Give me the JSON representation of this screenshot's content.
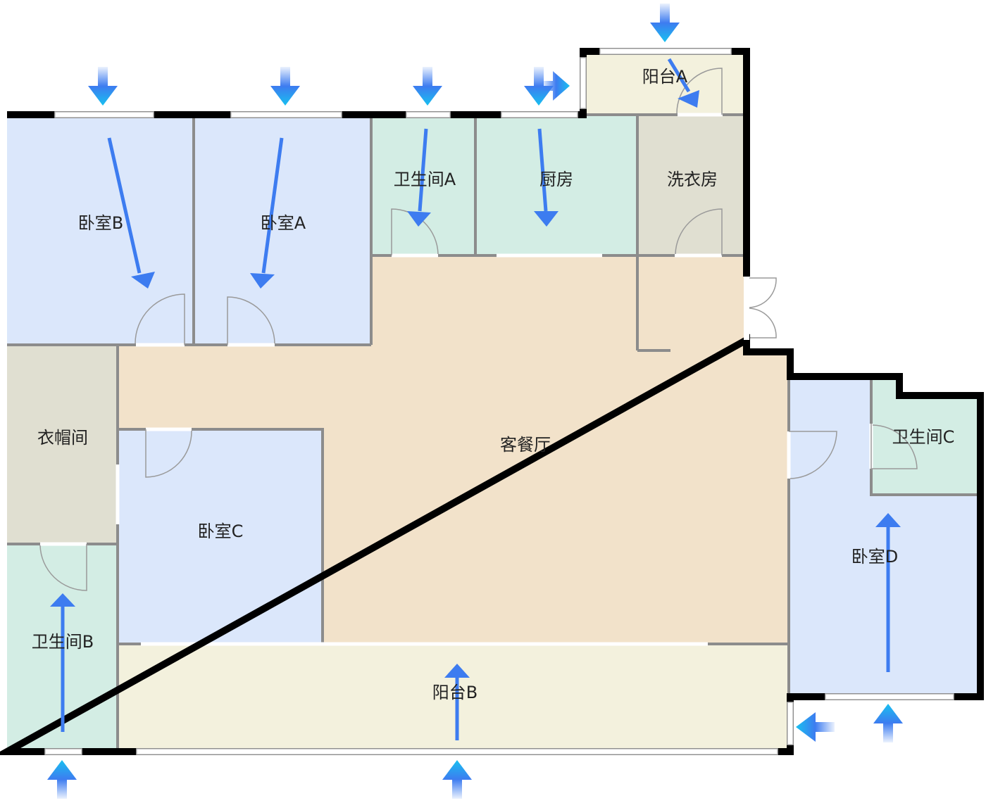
{
  "title": "户型图",
  "rooms": {
    "bedroom_b": "卧室B",
    "bedroom_a": "卧室A",
    "bathroom_a": "卫生间A",
    "kitchen": "厨房",
    "laundry": "洗衣房",
    "balcony_a": "阳台A",
    "cloakroom": "衣帽间",
    "bedroom_c": "卧室C",
    "living_dining": "客餐厅",
    "bathroom_c": "卫生间C",
    "bedroom_d": "卧室D",
    "bathroom_b": "卫生间B",
    "balcony_b": "阳台B"
  },
  "colors": {
    "bedroom": "#dbe7fb",
    "bathroom": "#d3ede4",
    "living": "#f2e2ca",
    "balcony": "#f3f1dd",
    "utility": "#e0dfd1",
    "flow_arrow": "#3d7cf0",
    "light_arrow": "#22b8f0"
  }
}
